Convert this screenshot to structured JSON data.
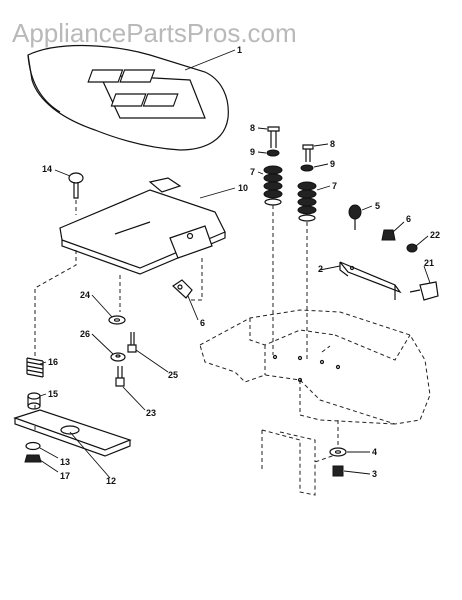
{
  "watermark": "AppliancePartsPros.com",
  "callouts": [
    {
      "id": "c1",
      "text": "1"
    },
    {
      "id": "c14",
      "text": "14"
    },
    {
      "id": "c10",
      "text": "10"
    },
    {
      "id": "c24",
      "text": "24"
    },
    {
      "id": "c26",
      "text": "26"
    },
    {
      "id": "c16",
      "text": "16"
    },
    {
      "id": "c15",
      "text": "15"
    },
    {
      "id": "c25",
      "text": "25"
    },
    {
      "id": "c23",
      "text": "23"
    },
    {
      "id": "c6a",
      "text": "6"
    },
    {
      "id": "c13",
      "text": "13"
    },
    {
      "id": "c17",
      "text": "17"
    },
    {
      "id": "c12",
      "text": "12"
    },
    {
      "id": "c8a",
      "text": "8"
    },
    {
      "id": "c9a",
      "text": "9"
    },
    {
      "id": "c7a",
      "text": "7"
    },
    {
      "id": "c8b",
      "text": "8"
    },
    {
      "id": "c9b",
      "text": "9"
    },
    {
      "id": "c7b",
      "text": "7"
    },
    {
      "id": "c5",
      "text": "5"
    },
    {
      "id": "c6b",
      "text": "6"
    },
    {
      "id": "c22",
      "text": "22"
    },
    {
      "id": "c2",
      "text": "2"
    },
    {
      "id": "c21",
      "text": "21"
    },
    {
      "id": "c4",
      "text": "4"
    },
    {
      "id": "c3",
      "text": "3"
    }
  ]
}
